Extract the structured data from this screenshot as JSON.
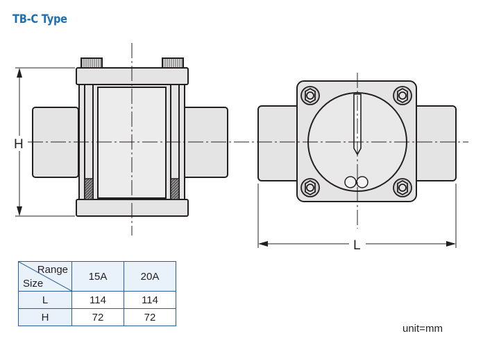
{
  "title": "TB-C Type",
  "dimension_labels": {
    "height": "H",
    "length": "L"
  },
  "table": {
    "corner_top": "Range",
    "corner_bottom": "Size",
    "columns": [
      "15A",
      "20A"
    ],
    "rows": [
      {
        "label": "L",
        "values": [
          "114",
          "114"
        ]
      },
      {
        "label": "H",
        "values": [
          "72",
          "72"
        ]
      }
    ]
  },
  "unit": "unit=mm",
  "colors": {
    "title": "#1f6fb5",
    "table_border": "#2b5d9e",
    "table_header_bg": "#e9f1fa",
    "drawing_fill": "#e4e4e4"
  }
}
